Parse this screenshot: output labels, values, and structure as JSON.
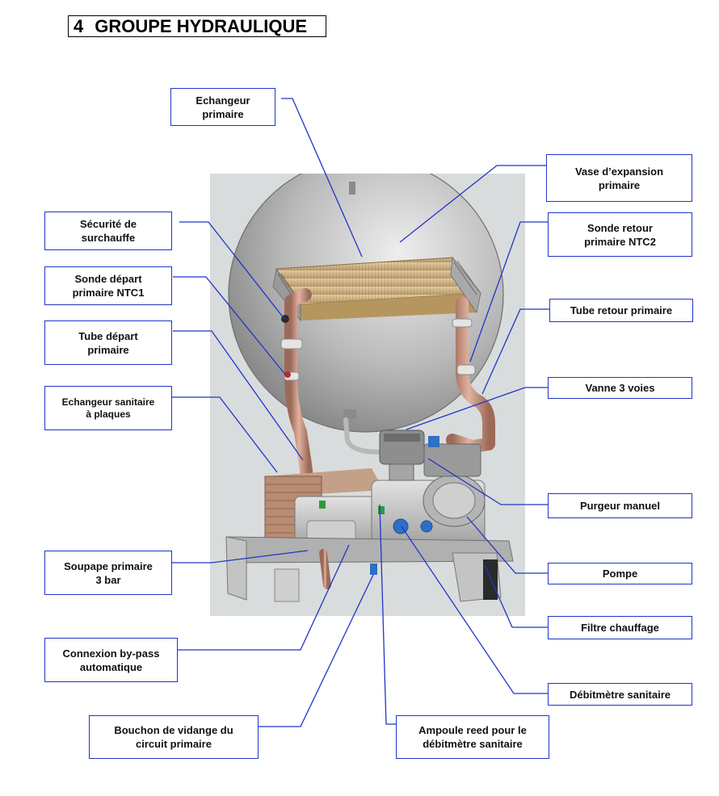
{
  "page": {
    "section_number": "4",
    "section_title": "GROUPE HYDRAULIQUE"
  },
  "colors": {
    "callout_border": "#1f35c8",
    "leader_line": "#1f35c8",
    "photo_background": "#d9dcdc",
    "copper_pipe": "#c9907a",
    "heat_exchanger": "#d4b98c",
    "valve_red": "#c0282d",
    "valve_green": "#2e9a3a",
    "valve_blue": "#2f6fc4"
  },
  "callouts": {
    "echangeur_primaire": [
      "Echangeur",
      "primaire"
    ],
    "vase_expansion": [
      "Vase d’expansion",
      "primaire"
    ],
    "securite_surchauffe": [
      "Sécurité de",
      "surchauffe"
    ],
    "sonde_retour_ntc2": [
      "Sonde retour",
      "primaire NTC2"
    ],
    "sonde_depart_ntc1": [
      "Sonde départ",
      "primaire NTC1"
    ],
    "tube_retour_primaire": [
      "Tube retour primaire"
    ],
    "tube_depart_primaire": [
      "Tube départ",
      "primaire"
    ],
    "vanne_3_voies": [
      "Vanne 3 voies"
    ],
    "echangeur_sanitaire": [
      "Echangeur sanitaire",
      "à plaques"
    ],
    "purgeur_manuel": [
      "Purgeur manuel"
    ],
    "soupape_primaire": [
      "Soupape primaire",
      "3 bar"
    ],
    "pompe": [
      "Pompe"
    ],
    "filtre_chauffage": [
      "Filtre chauffage"
    ],
    "connexion_bypass": [
      "Connexion by-pass",
      "automatique"
    ],
    "debitmetre_sanitaire": [
      "Débitmètre sanitaire"
    ],
    "bouchon_vidange": [
      "Bouchon de vidange du",
      "circuit primaire"
    ],
    "ampoule_reed": [
      "Ampoule reed pour le",
      "débitmètre sanitaire"
    ]
  }
}
